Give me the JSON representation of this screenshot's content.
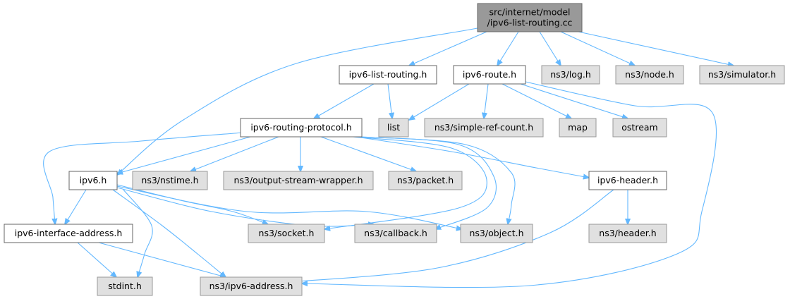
{
  "diagram": {
    "type": "include-dependency-graph",
    "nodes": [
      {
        "id": "root",
        "lines": [
          "src/internet/model",
          "/ipv6-list-routing.cc"
        ],
        "kind": "focus"
      },
      {
        "id": "ipv6-list-routing-h",
        "lines": [
          "ipv6-list-routing.h"
        ],
        "kind": "doc"
      },
      {
        "id": "ipv6-route-h",
        "lines": [
          "ipv6-route.h"
        ],
        "kind": "doc"
      },
      {
        "id": "ns3-log-h",
        "lines": [
          "ns3/log.h"
        ],
        "kind": "ext"
      },
      {
        "id": "ns3-node-h",
        "lines": [
          "ns3/node.h"
        ],
        "kind": "ext"
      },
      {
        "id": "ns3-simulator-h",
        "lines": [
          "ns3/simulator.h"
        ],
        "kind": "ext"
      },
      {
        "id": "ipv6-routing-protocol-h",
        "lines": [
          "ipv6-routing-protocol.h"
        ],
        "kind": "doc"
      },
      {
        "id": "list",
        "lines": [
          "list"
        ],
        "kind": "ext"
      },
      {
        "id": "ns3-simple-ref-count-h",
        "lines": [
          "ns3/simple-ref-count.h"
        ],
        "kind": "ext"
      },
      {
        "id": "map",
        "lines": [
          "map"
        ],
        "kind": "ext"
      },
      {
        "id": "ostream",
        "lines": [
          "ostream"
        ],
        "kind": "ext"
      },
      {
        "id": "ipv6-h",
        "lines": [
          "ipv6.h"
        ],
        "kind": "doc"
      },
      {
        "id": "ns3-nstime-h",
        "lines": [
          "ns3/nstime.h"
        ],
        "kind": "ext"
      },
      {
        "id": "ns3-output-stream-wrapper-h",
        "lines": [
          "ns3/output-stream-wrapper.h"
        ],
        "kind": "ext"
      },
      {
        "id": "ns3-packet-h",
        "lines": [
          "ns3/packet.h"
        ],
        "kind": "ext"
      },
      {
        "id": "ipv6-header-h",
        "lines": [
          "ipv6-header.h"
        ],
        "kind": "doc"
      },
      {
        "id": "ipv6-interface-address-h",
        "lines": [
          "ipv6-interface-address.h"
        ],
        "kind": "doc"
      },
      {
        "id": "ns3-socket-h",
        "lines": [
          "ns3/socket.h"
        ],
        "kind": "ext"
      },
      {
        "id": "ns3-callback-h",
        "lines": [
          "ns3/callback.h"
        ],
        "kind": "ext"
      },
      {
        "id": "ns3-object-h",
        "lines": [
          "ns3/object.h"
        ],
        "kind": "ext"
      },
      {
        "id": "ns3-header-h",
        "lines": [
          "ns3/header.h"
        ],
        "kind": "ext"
      },
      {
        "id": "stdint-h",
        "lines": [
          "stdint.h"
        ],
        "kind": "ext"
      },
      {
        "id": "ns3-ipv6-address-h",
        "lines": [
          "ns3/ipv6-address.h"
        ],
        "kind": "ext"
      }
    ],
    "edges": [
      [
        "root",
        "ipv6-list-routing-h"
      ],
      [
        "root",
        "ipv6-route-h"
      ],
      [
        "root",
        "ns3-log-h"
      ],
      [
        "root",
        "ns3-node-h"
      ],
      [
        "root",
        "ns3-simulator-h"
      ],
      [
        "root",
        "ipv6-h"
      ],
      [
        "ipv6-list-routing-h",
        "ipv6-routing-protocol-h"
      ],
      [
        "ipv6-list-routing-h",
        "list"
      ],
      [
        "ipv6-route-h",
        "list"
      ],
      [
        "ipv6-route-h",
        "ns3-simple-ref-count-h"
      ],
      [
        "ipv6-route-h",
        "map"
      ],
      [
        "ipv6-route-h",
        "ostream"
      ],
      [
        "ipv6-route-h",
        "ns3-ipv6-address-h"
      ],
      [
        "ipv6-routing-protocol-h",
        "ipv6-h"
      ],
      [
        "ipv6-routing-protocol-h",
        "ns3-nstime-h"
      ],
      [
        "ipv6-routing-protocol-h",
        "ns3-output-stream-wrapper-h"
      ],
      [
        "ipv6-routing-protocol-h",
        "ns3-packet-h"
      ],
      [
        "ipv6-routing-protocol-h",
        "ipv6-header-h"
      ],
      [
        "ipv6-routing-protocol-h",
        "ipv6-interface-address-h"
      ],
      [
        "ipv6-routing-protocol-h",
        "ns3-socket-h"
      ],
      [
        "ipv6-routing-protocol-h",
        "ns3-callback-h"
      ],
      [
        "ipv6-routing-protocol-h",
        "ns3-object-h"
      ],
      [
        "ipv6-h",
        "ipv6-interface-address-h"
      ],
      [
        "ipv6-h",
        "ns3-socket-h"
      ],
      [
        "ipv6-h",
        "ns3-callback-h"
      ],
      [
        "ipv6-h",
        "ns3-object-h"
      ],
      [
        "ipv6-h",
        "stdint-h"
      ],
      [
        "ipv6-h",
        "ns3-ipv6-address-h"
      ],
      [
        "ipv6-header-h",
        "ns3-header-h"
      ],
      [
        "ipv6-header-h",
        "ns3-ipv6-address-h"
      ],
      [
        "ipv6-interface-address-h",
        "stdint-h"
      ],
      [
        "ipv6-interface-address-h",
        "ns3-ipv6-address-h"
      ]
    ]
  },
  "colors": {
    "edge": "#63b8ff",
    "focus_fill": "#999999",
    "doc_fill": "#ffffff",
    "ext_fill": "#e0e0e0",
    "border": "#666666"
  }
}
